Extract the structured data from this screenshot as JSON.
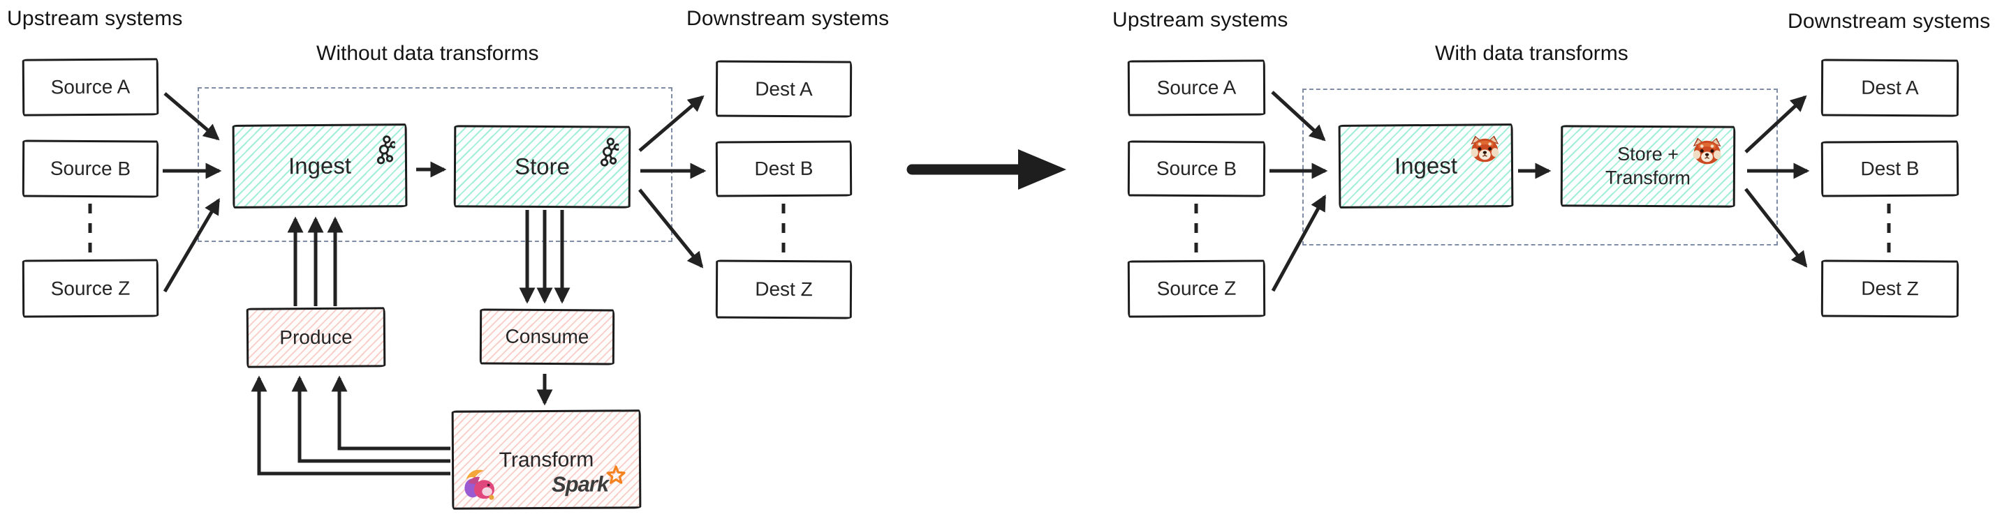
{
  "left": {
    "title": "Without data transforms",
    "upstream_label": "Upstream systems",
    "downstream_label": "Downstream systems",
    "sources": [
      "Source A",
      "Source B",
      "Source Z"
    ],
    "dests": [
      "Dest A",
      "Dest B",
      "Dest Z"
    ],
    "nodes": {
      "ingest": "Ingest",
      "store": "Store",
      "produce": "Produce",
      "consume": "Consume",
      "transform": "Transform"
    },
    "logos": {
      "ingest_icon": "kafka-logo",
      "store_icon": "kafka-logo",
      "transform_icons": [
        "flink-squirrel-logo",
        "spark-logo"
      ],
      "spark_text": "Spark"
    }
  },
  "right": {
    "title": "With data transforms",
    "upstream_label": "Upstream systems",
    "downstream_label": "Downstream systems",
    "sources": [
      "Source A",
      "Source B",
      "Source Z"
    ],
    "dests": [
      "Dest A",
      "Dest B",
      "Dest Z"
    ],
    "nodes": {
      "ingest": "Ingest",
      "store_line1": "Store +",
      "store_line2": "Transform"
    },
    "logos": {
      "ingest_icon": "redpanda-logo",
      "store_transform_icon": "redpanda-logo"
    }
  },
  "colors": {
    "teal_hatch": "#58e0b9",
    "pink_hatch": "#f29e93",
    "box_border": "#1c1c1c",
    "dashed_container": "#7e8ca6",
    "arrow": "#222222",
    "spark_orange": "#f58220"
  }
}
